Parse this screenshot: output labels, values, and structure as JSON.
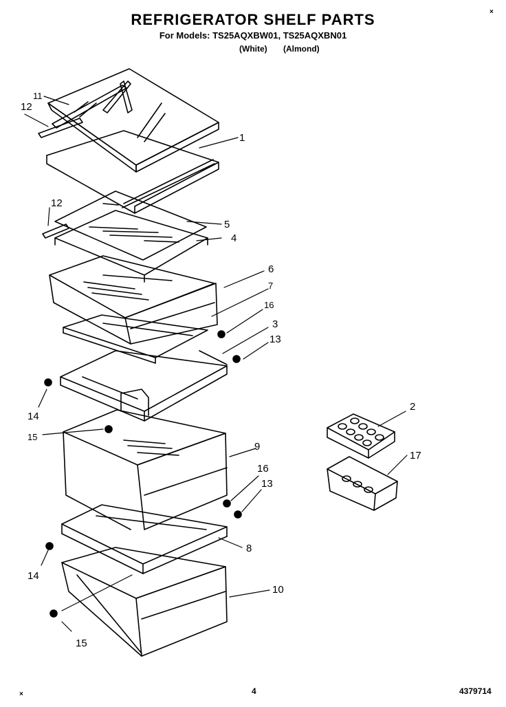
{
  "header": {
    "title": "REFRIGERATOR SHELF PARTS",
    "models_line": "For Models: TS25AQXBW01, TS25AQXBN01",
    "color_white": "(White)",
    "color_almond": "(Almond)"
  },
  "corner_marks": {
    "top_right": "×",
    "bottom_left": "×"
  },
  "footer": {
    "page_number": "4",
    "doc_number": "4379714"
  },
  "callouts": {
    "c1": "1",
    "c2": "2",
    "c3": "3",
    "c4": "4",
    "c5": "5",
    "c6": "6",
    "c7": "7",
    "c8": "8",
    "c9": "9",
    "c10": "10",
    "c11": "11",
    "c12a": "12",
    "c12b": "12",
    "c13a": "13",
    "c13b": "13",
    "c14a": "14",
    "c14b": "14",
    "c15a": "15",
    "c15b": "15",
    "c16a": "16",
    "c16b": "16",
    "c17": "17"
  }
}
